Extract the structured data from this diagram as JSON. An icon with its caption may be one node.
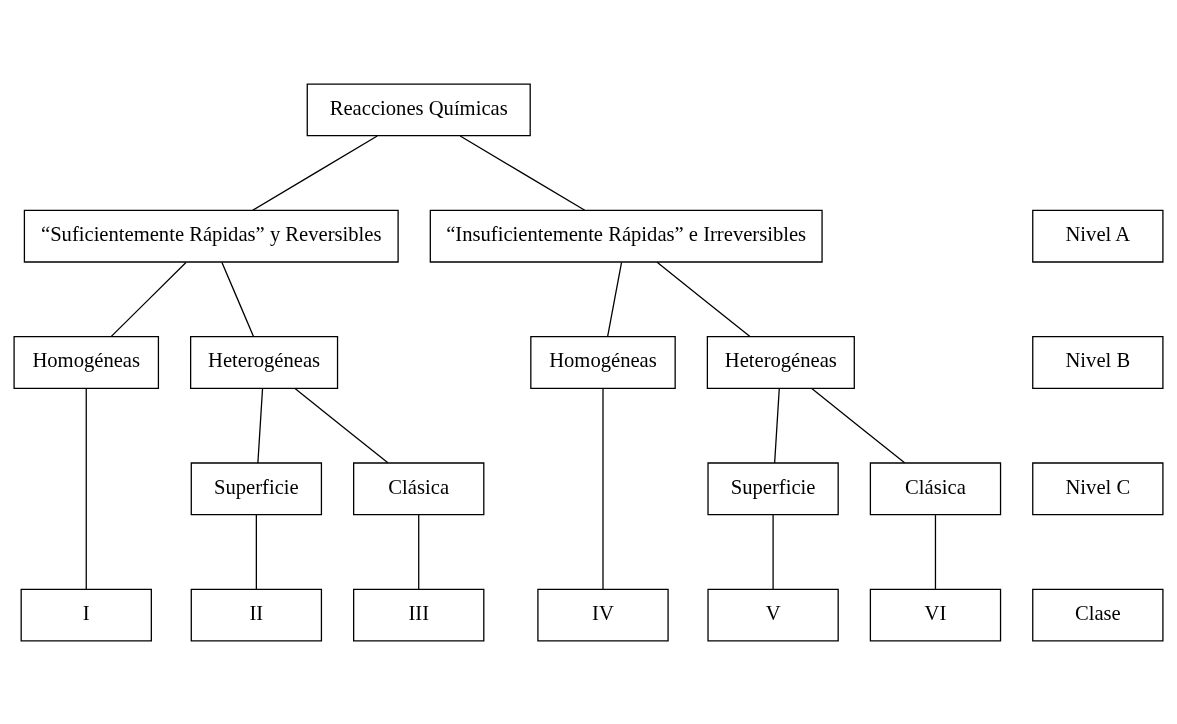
{
  "diagram": {
    "nodes": [
      {
        "text": [
          "Reacciones Químicas"
        ]
      },
      {
        "text": [
          "“Suficientemente Rápidas” y Reversibles"
        ]
      },
      {
        "text": [
          "“Insuficientemente Rápidas” e Irreversibles"
        ]
      },
      {
        "text": [
          "Homogéneas"
        ]
      },
      {
        "text": [
          "Heterogéneas"
        ]
      },
      {
        "text": [
          "Homogéneas"
        ]
      },
      {
        "text": [
          "Heterogéneas"
        ]
      },
      {
        "text": [
          "Superficie"
        ]
      },
      {
        "text": [
          "Clásica"
        ]
      },
      {
        "text": [
          "Superficie"
        ]
      },
      {
        "text": [
          "Clásica"
        ]
      },
      {
        "text": [
          "I"
        ]
      },
      {
        "text": [
          "II"
        ]
      },
      {
        "text": [
          "III"
        ]
      },
      {
        "text": [
          "IV"
        ]
      },
      {
        "text": [
          "V"
        ]
      },
      {
        "text": [
          "VI"
        ]
      },
      {
        "text": [
          "Nivel A"
        ]
      },
      {
        "text": [
          "Nivel B"
        ]
      },
      {
        "text": [
          "Nivel C"
        ]
      },
      {
        "text": [
          "Clase"
        ]
      }
    ],
    "edges": [
      {
        "from": 0,
        "to": 1,
        "arrow": "none"
      },
      {
        "from": 0,
        "to": 2,
        "arrow": "none"
      },
      {
        "from": 1,
        "to": 3,
        "arrow": "none"
      },
      {
        "from": 1,
        "to": 4,
        "arrow": "none"
      },
      {
        "from": 2,
        "to": 5,
        "arrow": "none"
      },
      {
        "from": 2,
        "to": 6,
        "arrow": "none"
      },
      {
        "from": 3,
        "to": 11,
        "arrow": "none"
      },
      {
        "from": 4,
        "to": 7,
        "arrow": "none"
      },
      {
        "from": 4,
        "to": 8,
        "arrow": "none"
      },
      {
        "from": 7,
        "to": 12,
        "arrow": "none"
      },
      {
        "from": 8,
        "to": 13,
        "arrow": "none"
      },
      {
        "from": 5,
        "to": 14,
        "arrow": "none"
      },
      {
        "from": 6,
        "to": 9,
        "arrow": "none"
      },
      {
        "from": 6,
        "to": 10,
        "arrow": "none"
      },
      {
        "from": 9,
        "to": 15,
        "arrow": "none"
      },
      {
        "from": 10,
        "to": 16,
        "arrow": "none"
      }
    ]
  }
}
